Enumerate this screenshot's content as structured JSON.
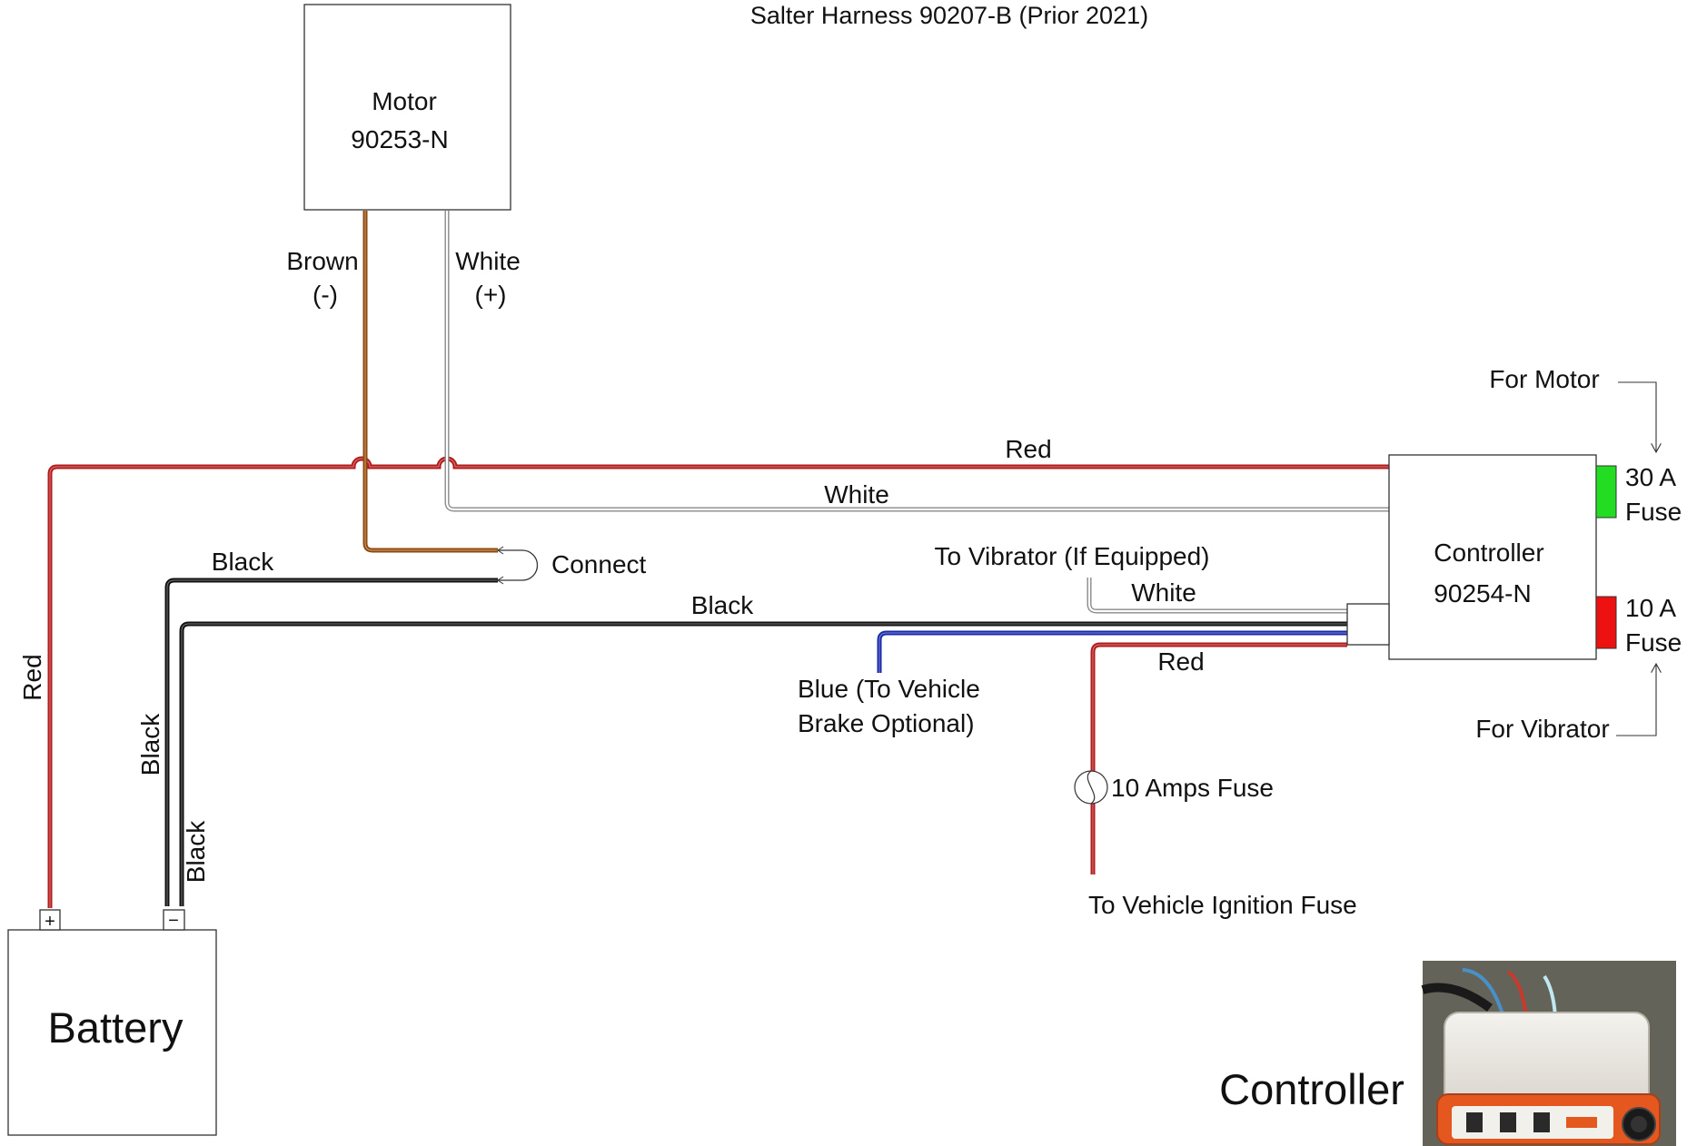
{
  "title": "Salter Harness  90207-B (Prior 2021)",
  "components": {
    "motor": {
      "line1": "Motor",
      "line2": "90253-N"
    },
    "controller": {
      "line1": "Controller",
      "line2": "90254-N"
    },
    "battery": {
      "label": "Battery",
      "plus": "+",
      "minus": "−"
    }
  },
  "wires": {
    "motor_brown": {
      "name": "Brown",
      "polarity": "(-)"
    },
    "motor_white": {
      "name": "White",
      "polarity": "(+)"
    },
    "red_main": "Red",
    "white_main": "White",
    "black_upper": "Black",
    "black_lower": "Black",
    "red_battery_vertical": "Red",
    "black_vertical_1": "Black",
    "black_vertical_2": "Black",
    "vibrator": "To Vibrator (If Equipped)",
    "vibrator_white": "White",
    "blue_line1": "Blue (To Vehicle",
    "blue_line2": "Brake Optional)",
    "ignition_red": "Red",
    "ignition_fuse": "10 Amps Fuse",
    "ignition_dest": "To Vehicle Ignition Fuse"
  },
  "connect_label": "Connect",
  "fuses": {
    "f30": {
      "value": "30 A",
      "word": "Fuse",
      "color": "#22dd22"
    },
    "f10": {
      "value": "10 A",
      "word": "Fuse",
      "color": "#ee1111"
    },
    "for_motor": "For Motor",
    "for_vibrator": "For Vibrator"
  },
  "photo": {
    "caption": "Controller"
  },
  "colors": {
    "red": "#b01c1c",
    "brown": "#8a4a14",
    "white_wire": "#9a9a9a",
    "black": "#111111",
    "blue": "#1a2aa8"
  }
}
